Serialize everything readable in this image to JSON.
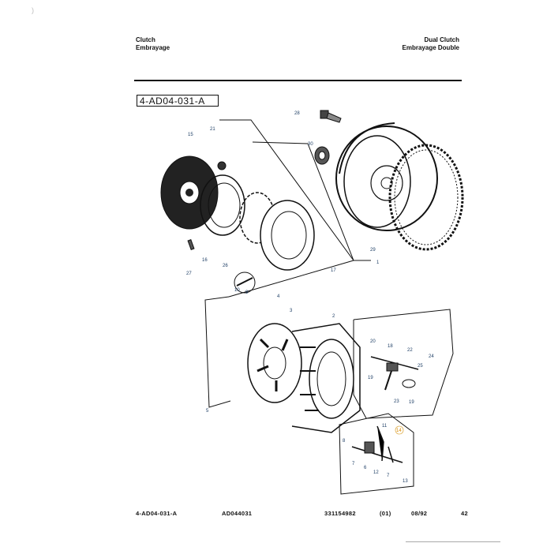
{
  "header": {
    "left_line1": "Clutch",
    "left_line2": "Embrayage",
    "right_line1": "Dual Clutch",
    "right_line2": "Embrayage Double"
  },
  "reference_box": "4-AD04-031-A",
  "callouts": [
    {
      "id": "c28",
      "label": "28"
    },
    {
      "id": "c30",
      "label": "30"
    },
    {
      "id": "c21",
      "label": "21"
    },
    {
      "id": "c15",
      "label": "15"
    },
    {
      "id": "c16",
      "label": "16"
    },
    {
      "id": "c26",
      "label": "26"
    },
    {
      "id": "c27",
      "label": "27"
    },
    {
      "id": "c10",
      "label": "10"
    },
    {
      "id": "c9",
      "label": "9"
    },
    {
      "id": "c4",
      "label": "4"
    },
    {
      "id": "c17",
      "label": "17"
    },
    {
      "id": "c29",
      "label": "29"
    },
    {
      "id": "c1",
      "label": "1"
    },
    {
      "id": "c3",
      "label": "3"
    },
    {
      "id": "c2",
      "label": "2"
    },
    {
      "id": "c20",
      "label": "20"
    },
    {
      "id": "c18",
      "label": "18"
    },
    {
      "id": "c22",
      "label": "22"
    },
    {
      "id": "c24",
      "label": "24"
    },
    {
      "id": "c25",
      "label": "25"
    },
    {
      "id": "c19a",
      "label": "19"
    },
    {
      "id": "c23",
      "label": "23"
    },
    {
      "id": "c19b",
      "label": "19"
    },
    {
      "id": "c5",
      "label": "5"
    },
    {
      "id": "c11",
      "label": "11"
    },
    {
      "id": "c14",
      "label": "14"
    },
    {
      "id": "c8",
      "label": "8"
    },
    {
      "id": "c7a",
      "label": "7"
    },
    {
      "id": "c6",
      "label": "6"
    },
    {
      "id": "c12",
      "label": "12"
    },
    {
      "id": "c7b",
      "label": "7"
    },
    {
      "id": "c13",
      "label": "13"
    }
  ],
  "highlight_color": "#d98a00",
  "callout_color": "#1f3f66",
  "footer": {
    "ref": "4-AD04-031-A",
    "code": "AD044031",
    "part_number": "331154982",
    "revision": "(01)",
    "date": "08/92",
    "page": "42"
  }
}
